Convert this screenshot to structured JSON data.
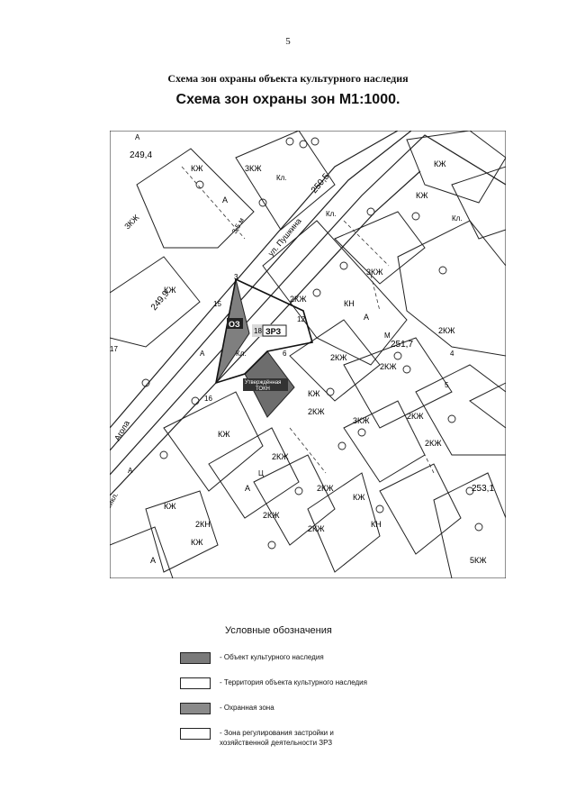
{
  "page": {
    "number": "5",
    "title_line1": "Схема зон охраны объекта культурного наследия",
    "title_line2": "Схема зон охраны зон М1:1000."
  },
  "map": {
    "elevations": [
      "249,4",
      "249,9",
      "250,5",
      "251,7",
      "253,1"
    ],
    "street_labels": [
      "ул. Пушкина",
      "Агола"
    ],
    "zone_labels": [
      "ОЗ",
      "ЗРЗ"
    ],
    "object_label_line1": "Утверждённая",
    "object_label_line2": "ТОКН",
    "building_labels": [
      "КЖ",
      "КЖ",
      "3КЖ",
      "3КЖ",
      "А",
      "КЖ",
      "КЖ",
      "2КЖ",
      "КН",
      "А",
      "2КЖ",
      "3КЖ",
      "2КЖ",
      "2КЖ",
      "2КЖ",
      "2КЖ",
      "КЖ",
      "3КЖ",
      "КЖ",
      "2КЖ",
      "А",
      "2КЖ",
      "КЖ",
      "КЖ",
      "2КН",
      "2КЖ",
      "КЖ",
      "2КЖ",
      "5КЖ",
      "КН",
      "2КЖ",
      "А"
    ],
    "misc_labels": [
      "Кл.",
      "Кл.",
      "Кл.",
      "Кл.",
      "3,5 м",
      "A",
      "A",
      "A",
      "15",
      "16",
      "12",
      "17",
      "18",
      "3",
      "4",
      "5",
      "6",
      "M",
      "Ц",
      "сикл."
    ],
    "colors": {
      "protected_object": "#6d6d6d",
      "protection_zone": "#7f7f7f",
      "zrz": "#d9d9d9"
    }
  },
  "legend": {
    "title": "Условные обозначения",
    "items": [
      {
        "text": "- Объект культурного наследия",
        "fill": "#7a7a7a"
      },
      {
        "text": "- Территория объекта культурного наследия",
        "fill": "#ffffff"
      },
      {
        "text": "- Охранная зона",
        "fill": "#8a8a8a"
      },
      {
        "text": "- Зона регулирования застройки и\nхозяйственной деятельности ЗРЗ",
        "fill": "#ffffff"
      }
    ]
  }
}
